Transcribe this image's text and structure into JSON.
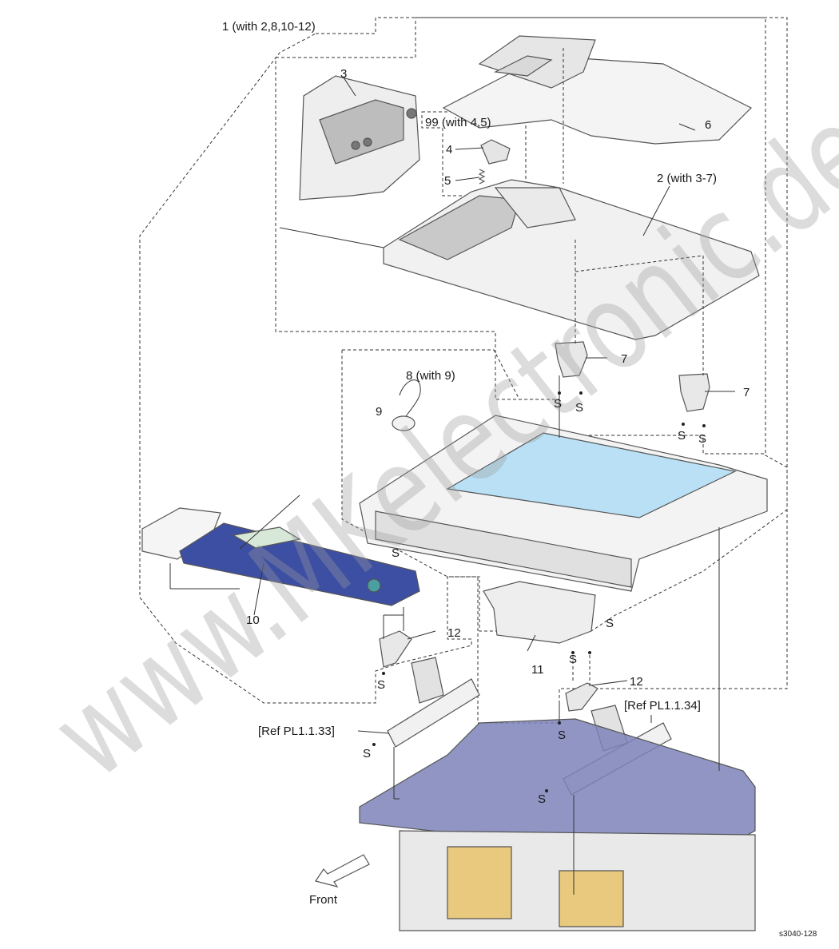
{
  "labels": {
    "l1": "1 (with 2,8,10-12)",
    "l2": "2 (with 3-7)",
    "l3": "3",
    "l4": "4",
    "l5": "5",
    "l6": "6",
    "l7a": "7",
    "l7b": "7",
    "l8": "8 (with 9)",
    "l9": "9",
    "l10": "10",
    "l11": "11",
    "l12a": "12",
    "l12b": "12",
    "l99": "99 (with 4,5)",
    "ref33": "[Ref PL1.1.33]",
    "ref34": "[Ref PL1.1.34]",
    "front": "Front",
    "s": "S",
    "figure_id": "s3040-128"
  },
  "watermark": "www.MKelectronic.de",
  "colors": {
    "assembly1_bg": "#dfe7ee",
    "adf_bg": "#fcf5d4",
    "sub99_bg": "#cfe9f7",
    "scanner_bg": "#fbe9df",
    "panel_blue": "#3d4fa3",
    "printer_body": "#7c82b8",
    "glass": "#b9e0f5"
  }
}
